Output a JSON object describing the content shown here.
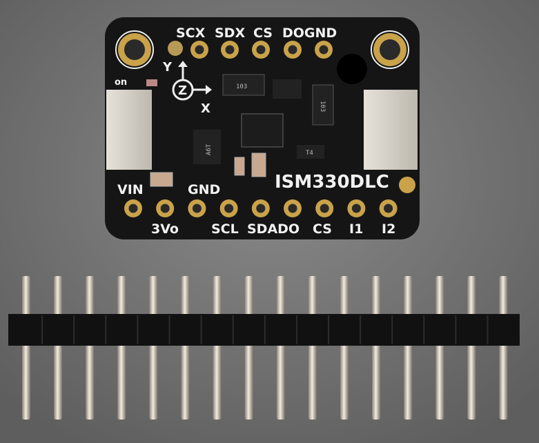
{
  "board": {
    "part_name": "ISM330DLC",
    "top_labels": [
      "SCX",
      "SDX",
      "CS",
      "DOGND"
    ],
    "bottom_labels": [
      "3Vo",
      "SCL",
      "SDADO",
      "CS",
      "I1",
      "I2"
    ],
    "side_labels": {
      "vin": "VIN",
      "gnd": "GND",
      "on": "on"
    },
    "axes": {
      "y": "Y",
      "z": "Z",
      "x": "X"
    },
    "chip_markings": {
      "resistor_array_1": "103",
      "resistor_array_2": "103",
      "regulator": "A6T",
      "diode": "T4"
    },
    "colors": {
      "pcb": "#151515",
      "gold": "#c9a24a",
      "silk": "#f2f2f2",
      "background": "#7a7a7a",
      "header": "#111111",
      "pin": "#d6cfc2"
    }
  },
  "header": {
    "pin_count": 16
  }
}
